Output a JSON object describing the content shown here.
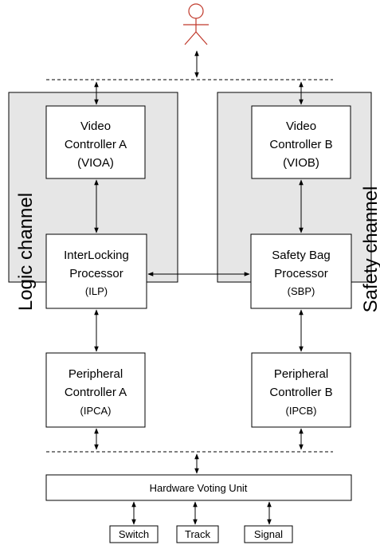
{
  "channels": {
    "logic": {
      "label": "Logic channel"
    },
    "safety": {
      "label": "Safety channel"
    }
  },
  "blocks": {
    "vioa": {
      "line1": "Video",
      "line2": "Controller A",
      "line3": "(VIOA)"
    },
    "viob": {
      "line1": "Video",
      "line2": "Controller B",
      "line3": "(VIOB)"
    },
    "ilp": {
      "line1": "InterLocking",
      "line2": "Processor",
      "line3": "(ILP)"
    },
    "sbp": {
      "line1": "Safety Bag",
      "line2": "Processor",
      "line3": "(SBP)"
    },
    "ipca": {
      "line1": "Peripheral",
      "line2": "Controller A",
      "line3": "(IPCA)"
    },
    "ipcb": {
      "line1": "Peripheral",
      "line2": "Controller B",
      "line3": "(IPCB)"
    }
  },
  "hvu": {
    "label": "Hardware Voting Unit"
  },
  "devices": {
    "switch": "Switch",
    "track": "Track",
    "signal": "Signal"
  },
  "colors": {
    "user": "#c0392b",
    "channel_bg": "#e6e6e6"
  },
  "icons": {
    "user": "user-stick-figure-icon"
  }
}
